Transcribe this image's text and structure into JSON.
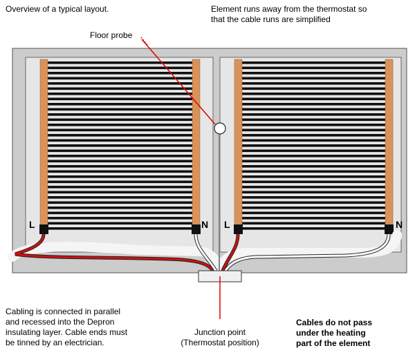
{
  "labels": {
    "overview": "Overview of a typical layout.",
    "element_runs": [
      "Element runs away from the thermostat so",
      "that the cable runs are simplified"
    ],
    "floor_probe": "Floor probe",
    "cabling": [
      "Cabling is connected in parallel",
      "and recessed into the Depron",
      "insulating layer. Cable ends must",
      "be tinned by an electrician."
    ],
    "junction": [
      "Junction point",
      "(Thermostat position)"
    ],
    "cables_note": [
      "Cables do not pass",
      "under the heating",
      "part of the element"
    ],
    "terminal_left": "L",
    "terminal_right": "N"
  },
  "colors": {
    "floor": "#cccccc",
    "panel": "#e6e6e6",
    "heating_stripe": "#111111",
    "busbar": "#d9935a",
    "cable_red": "#cc1111",
    "cable_white": "#ffffff",
    "pointer": "#dd0000"
  }
}
